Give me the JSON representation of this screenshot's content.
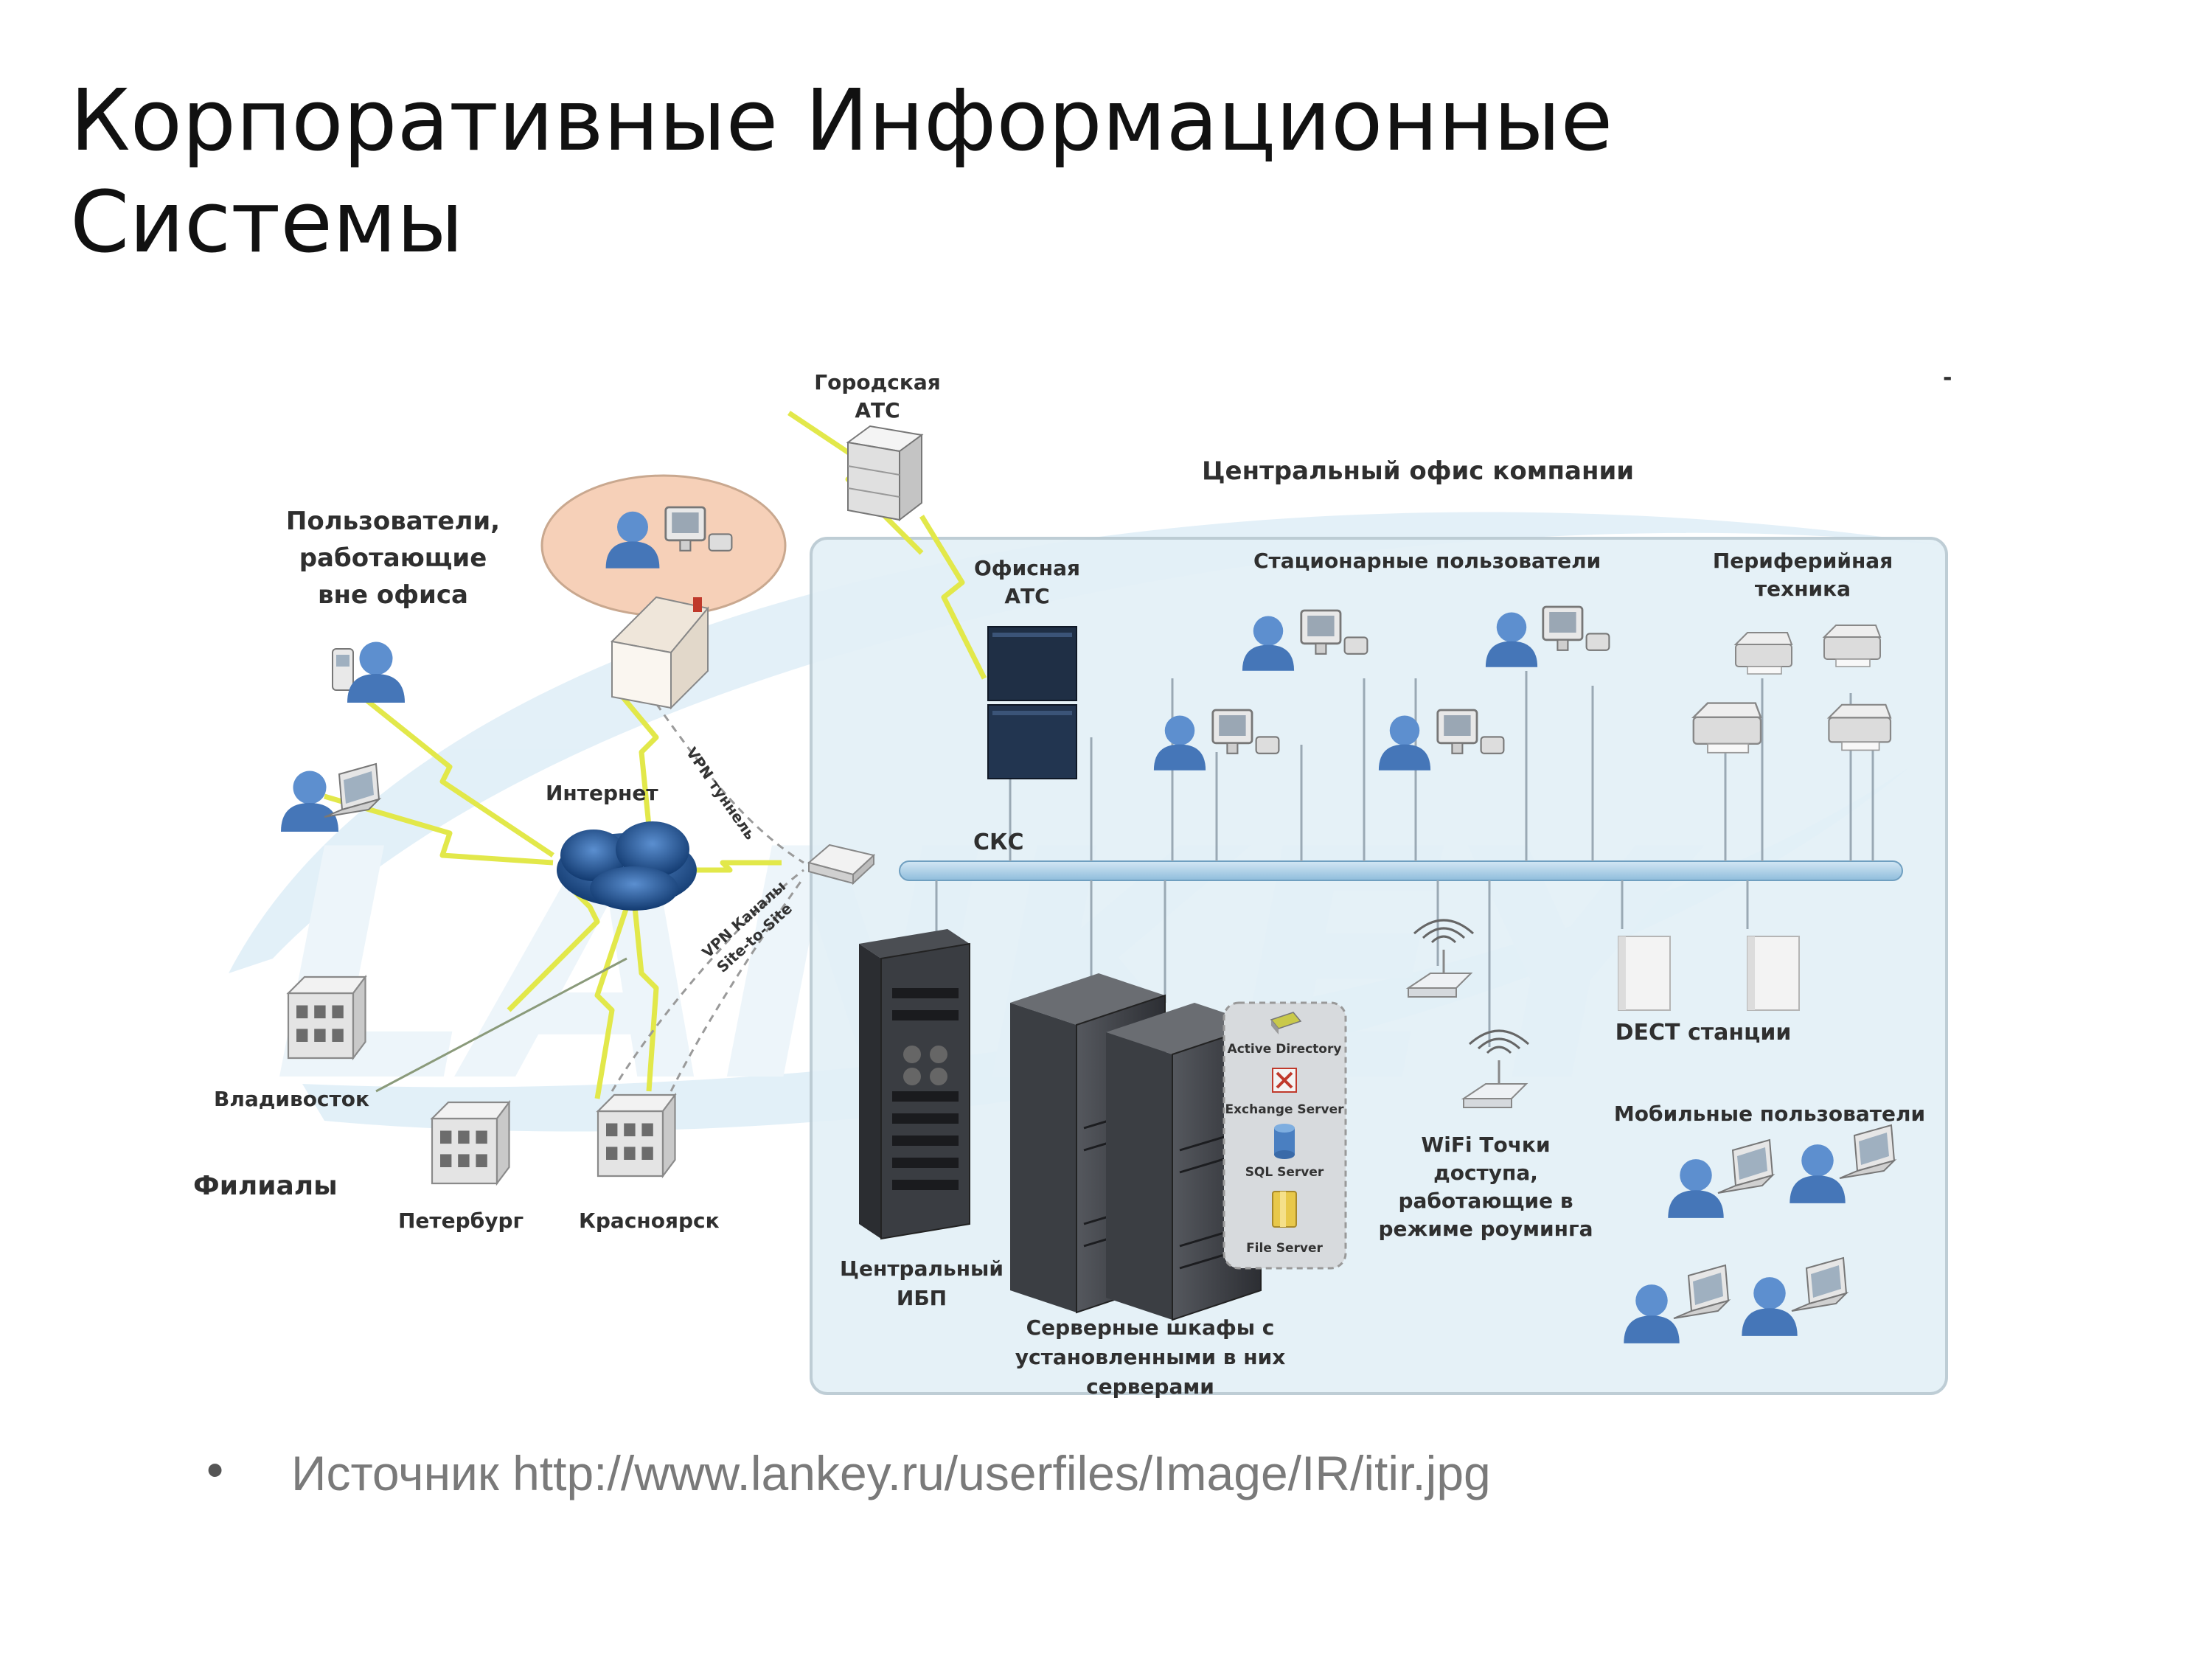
{
  "slide": {
    "title_line1": "Корпоративные Информационные",
    "title_line2": "Системы",
    "bullet_glyph": "•",
    "source_text": "Источник http://www.lankey.ru/userfiles/Image/IR/itir.jpg"
  },
  "diagram": {
    "watermark_text": "LANKEY",
    "labels": {
      "city_ats_1": "Городская",
      "city_ats_2": "АТС",
      "central_office": "Центральный офис компании",
      "remote_users_1": "Пользователи,",
      "remote_users_2": "работающие",
      "remote_users_3": "вне офиса",
      "office_ats_1": "Офисная",
      "office_ats_2": "АТС",
      "stationary_users": "Стационарные пользователи",
      "peripheral_1": "Периферийная",
      "peripheral_2": "техника",
      "internet": "Интернет",
      "vpn_tunnel": "VPN туннель",
      "vpn_channels_1": "VPN Каналы",
      "vpn_channels_2": "Site-to-Site",
      "scs": "СКС",
      "vladivostok": "Владивосток",
      "branches": "Филиалы",
      "petersburg": "Петербург",
      "krasnoyarsk": "Красноярск",
      "ups_1": "Центральный",
      "ups_2": "ИБП",
      "racks_1": "Серверные шкафы с",
      "racks_2": "установленными в них",
      "racks_3": "серверами",
      "active_directory": "Active Directory",
      "exchange_server": "Exchange Server",
      "sql_server": "SQL Server",
      "file_server": "File Server",
      "wifi_1": "WiFi Точки",
      "wifi_2": "доступа,",
      "wifi_3": "работающие в",
      "wifi_4": "режиме роуминга",
      "dect": "DECT станции",
      "mobile_users": "Мобильные пользователи",
      "corner_dash": "-"
    },
    "colors": {
      "office_panel": "#e3f0f7",
      "office_border": "#b9c9d2",
      "scs_bus": "#a8cde6",
      "user_blue": "#4a7fc1",
      "link_yellow": "#e2e84a",
      "home_bubble": "#f6d0b8",
      "cloud": "#1d4f8f",
      "rack_dark": "#3a3d42",
      "pbx": "#1f2f45"
    }
  }
}
